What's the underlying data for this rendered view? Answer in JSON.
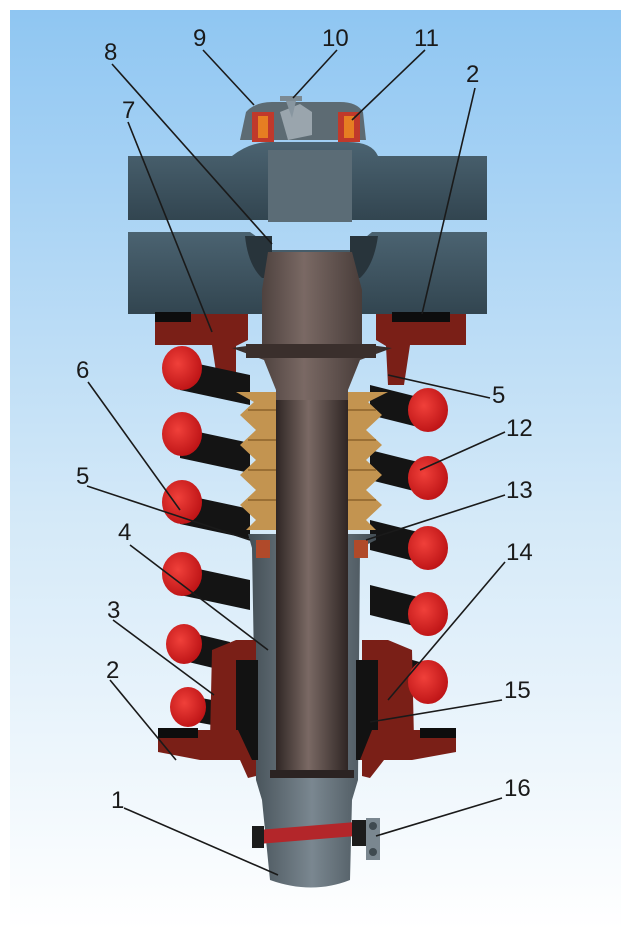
{
  "diagram": {
    "type": "cross-section",
    "callouts": [
      {
        "id": "1",
        "label": "1"
      },
      {
        "id": "2a",
        "label": "2"
      },
      {
        "id": "2b",
        "label": "2"
      },
      {
        "id": "3",
        "label": "3"
      },
      {
        "id": "4",
        "label": "4"
      },
      {
        "id": "5a",
        "label": "5"
      },
      {
        "id": "5b",
        "label": "5"
      },
      {
        "id": "6",
        "label": "6"
      },
      {
        "id": "7",
        "label": "7"
      },
      {
        "id": "8",
        "label": "8"
      },
      {
        "id": "9",
        "label": "9"
      },
      {
        "id": "10",
        "label": "10"
      },
      {
        "id": "11",
        "label": "11"
      },
      {
        "id": "12",
        "label": "12"
      },
      {
        "id": "13",
        "label": "13"
      },
      {
        "id": "14",
        "label": "14"
      },
      {
        "id": "15",
        "label": "15"
      },
      {
        "id": "16",
        "label": "16"
      }
    ],
    "colors": {
      "background_top": "#8fc6f2",
      "background_bottom": "#ffffff",
      "frame": "#3e5563",
      "housing": "#7a1f17",
      "spring_coil": "#141414",
      "spring_cut": "#d4171a",
      "bellows": "#c39450",
      "piston_rod": "#5c4a45",
      "cylinder": "#5f6b74",
      "gasket": "#b04a2a"
    }
  }
}
